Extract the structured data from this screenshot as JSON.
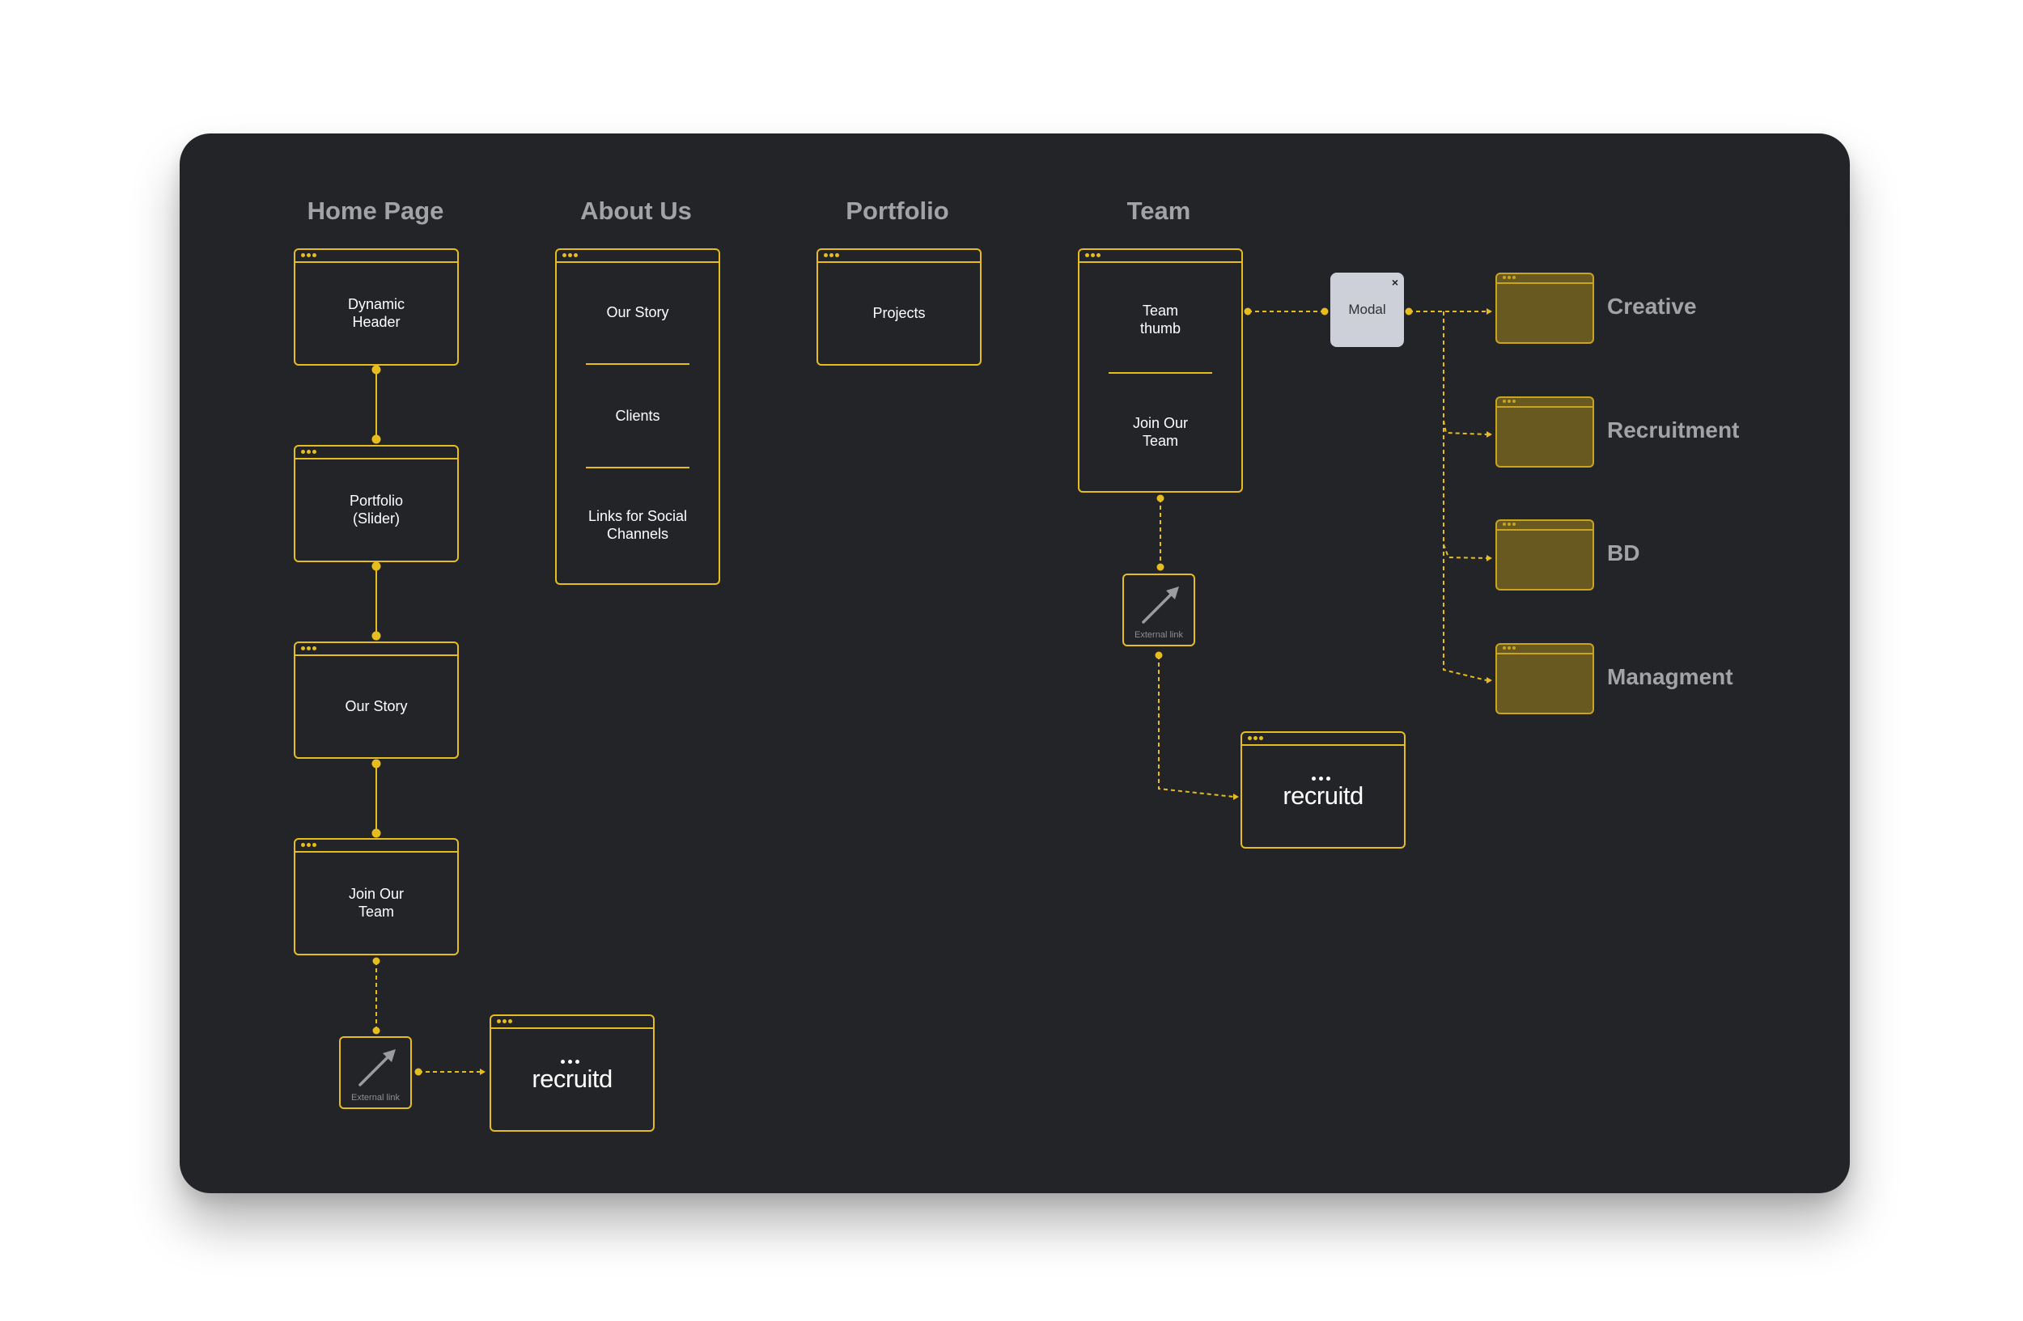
{
  "columns": {
    "home": "Home Page",
    "about": "About Us",
    "portfolio": "Portfolio",
    "team": "Team"
  },
  "home_nodes": {
    "dynamic_header": "Dynamic\nHeader",
    "portfolio_slider": "Portfolio\n(Slider)",
    "our_story": "Our Story",
    "join_team": "Join Our\nTeam"
  },
  "about_sections": {
    "our_story": "Our Story",
    "clients": "Clients",
    "links_social": "Links for Social\nChannels"
  },
  "portfolio_nodes": {
    "projects": "Projects"
  },
  "team_sections": {
    "team_thumb": "Team\nthumb",
    "join_team": "Join Our\nTeam"
  },
  "modal": {
    "label": "Modal",
    "close": "×"
  },
  "external_link": {
    "label": "External link"
  },
  "recruitd_logo": {
    "text": "recruitd"
  },
  "team_categories": [
    "Creative",
    "Recruitment",
    "BD",
    "Managment"
  ],
  "colors": {
    "background": "#232428",
    "accent": "#e6bc1e",
    "filled_node": "#67591f",
    "title": "#a2a3a6",
    "modal": "#cdd0d8"
  },
  "icons": {
    "window_dots": "three-dots-icon",
    "external": "external-arrow-icon",
    "close": "close-icon"
  }
}
